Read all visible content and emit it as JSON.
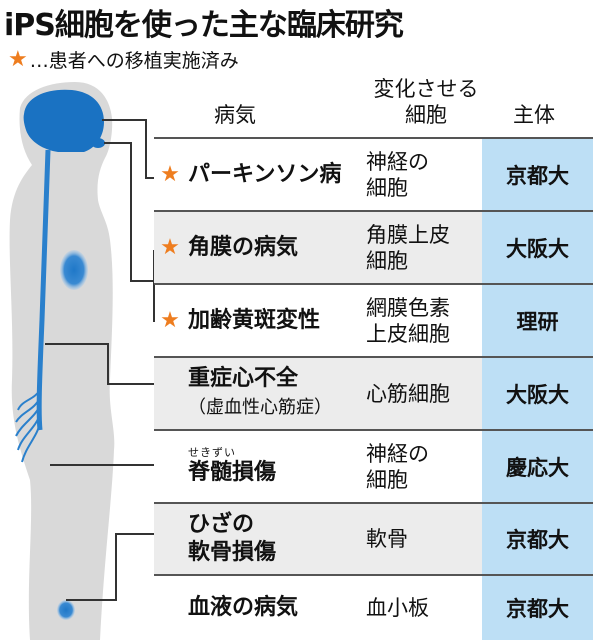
{
  "title": "iPS細胞を使った主な臨床研究",
  "legend": {
    "symbol": "★",
    "text": "…患者への移植実施済み"
  },
  "headers": {
    "disease": "病気",
    "cell": "変化させる\n細胞",
    "org": "主体"
  },
  "rows": [
    {
      "star": "★",
      "disease": "パーキンソン病",
      "cell": "神経の\n細胞",
      "org": "京都大"
    },
    {
      "star": "★",
      "disease": "角膜の病気",
      "cell": "角膜上皮\n細胞",
      "org": "大阪大"
    },
    {
      "star": "★",
      "disease": "加齢黄斑変性",
      "cell": "網膜色素\n上皮細胞",
      "org": "理研"
    },
    {
      "star": "",
      "disease": "重症心不全",
      "disease_sub": "（虚血性心筋症）",
      "cell": "心筋細胞",
      "org": "大阪大"
    },
    {
      "star": "",
      "ruby": "せきずい",
      "disease": "脊髄損傷",
      "cell": "神経の\n細胞",
      "org": "慶応大"
    },
    {
      "star": "",
      "disease": "ひざの\n軟骨損傷",
      "cell": "軟骨",
      "org": "京都大"
    },
    {
      "star": "",
      "disease": "血液の病気",
      "cell": "血小板",
      "org": "京都大"
    }
  ],
  "colors": {
    "star": "#ee7d1f",
    "org_bg": "#bddff5",
    "row_shade": "#ececec",
    "organ": "#1f78c8",
    "body": "#d9d9d9"
  }
}
